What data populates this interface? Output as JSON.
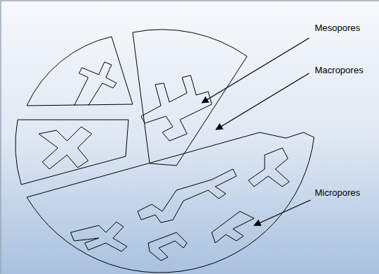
{
  "diagram": {
    "labels": [
      "Mesopores",
      "Macropores",
      "Micropores"
    ]
  }
}
